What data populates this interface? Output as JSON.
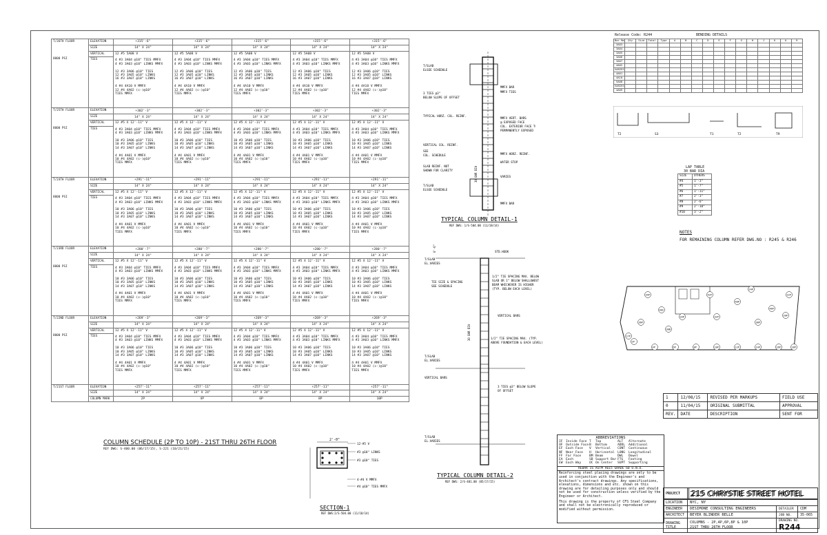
{
  "schedule": {
    "floors": [
      "T/26TH FLOOR",
      "T/25TH FLOOR",
      "T/24TH FLOOR",
      "T/23RD FLOOR",
      "T/22ND FLOOR",
      "T/21ST FLOOR"
    ],
    "psi": "8000 PSI",
    "row_labels": {
      "elevation": "ELEVATION",
      "size": "SIZE",
      "vertical": "VERTICAL",
      "ties": "TIES",
      "column_mark": "COLUMN MARK"
    },
    "levels": [
      {
        "elevation": "+315'-6\"",
        "size": "14\" X 24\"",
        "vertical": "12 #5 5A08  V",
        "ties": "4 #3 3A04 @10\" TIES MMFX\n4 #3 3A03 @10\" LINKS MMFX\n\n12 #3 3A06 @10\" TIES\n12 #3 3A05 @10\" LINKS\n16 #3 3A07 @10\" LINKS\n\n4 #4 4A10  V MMFX\n12 #4 4A02 (c-)@10\"\nTIES MMFX"
      },
      {
        "elevation": "+302'-3\"",
        "size": "14\" X 24\"",
        "vertical": "12 #5 X 12'-11\"  V",
        "ties": "4 #3 3A04 @10\" TIES MMFX\n4 #3 3A03 @10\" LINKS MMFX\n\n10 #3 3A06 @10\" TIES\n10 #3 3A05 @10\" LINKS\n14 #3 3A07 @10\" LINKS\n\n4 #4 4A01  V MMFX\n10 #4 4A02 (c-)@10\"\nTIES MMFX"
      },
      {
        "elevation": "+291'-11\"",
        "size": "14\" X 24\"",
        "vertical": "12 #5 X 12'-11\"  V",
        "ties": "4 #3 3A04 @10\" TIES MMFX\n4 #3 3A03 @10\" LINKS MMFX\n\n10 #3 3A06 @10\" TIES\n10 #3 3A05 @10\" LINKS\n14 #3 3A07 @10\" LINKS\n\n4 #4 4A01  V MMFX\n10 #4 4A02 (c-)@10\"\nTIES MMFX"
      },
      {
        "elevation": "+280'-7\"",
        "size": "14\" X 24\"",
        "vertical": "12 #5 X 12'-11\"  V",
        "ties": "4 #3 3A04 @10\" TIES MMFX\n4 #3 3A03 @10\" LINKS MMFX\n\n10 #3 3A06 @10\" TIES\n10 #3 3A05 @10\" LINKS\n14 #3 3A07 @10\" LINKS\n\n4 #4 4A01  V MMFX\n10 #4 4A02 (c-)@10\"\nTIES MMFX"
      },
      {
        "elevation": "+269'-3\"",
        "size": "14\" X 24\"",
        "vertical": "12 #5 X 12'-11\"  V",
        "ties": "4 #3 3A04 @10\" TIES MMFX\n4 #3 3A03 @10\" LINKS MMFX\n\n10 #3 3A06 @10\" TIES\n10 #3 3A05 @10\" LINKS\n14 #3 3A07 @10\" LINKS\n\n4 #4 4A01  V MMFX\n10 #4 4A02 (c-)@10\"\nTIES MMFX"
      }
    ],
    "base_elevation": "+257'-11\"",
    "base_size": "14\" X 24\"",
    "column_marks": [
      "2P",
      "4P",
      "6P",
      "8P",
      "10P"
    ],
    "title": "COLUMN SCHEDULE (2P TO 10P) - 21ST THRU 26TH FLOOR",
    "ref": "REF DWG: S-400.00 (06/17/15), S-221 (10/21/15)"
  },
  "section1": {
    "title": "SECTION-1",
    "ref": "REF DWG:2/S-504.00 (11/18/14)",
    "dim_top": "2'-0\"",
    "notes": [
      "12-#5 V",
      "#3 @10\" LINKS",
      "#3 @10\" TIES",
      "4-#4 V MMFX",
      "#4 @10\" TIES MMFX"
    ]
  },
  "detail1": {
    "title": "TYPICAL COLUMN DETAIL-1",
    "ref": "REF DWG: 1/S-504.00 (11/18/14)",
    "notes_left": [
      "T/SLAB",
      "ELSEE SCHEDULE",
      "3 TIES @3\"",
      "BELOW SLOPE OF OFFSET",
      "TYPICAL HORZ. COL. REINF.",
      "VERTICAL COL. REINF.",
      "SEE",
      "COL. SCHEDULE",
      "SLAB REINF. NOT",
      "SHOWN FOR CLARITY",
      "T/SLAB",
      "ELSEE SCHEDULE"
    ],
    "notes_right": [
      "MMFX BAR",
      "MMFX TIES",
      "MMFX VERT. BARS",
      "@ EXPOSED FACE",
      "COL. EXTERIOR FACE TO BE",
      "PERMANENTLY EXPOSED",
      "MMFX HORZ. REINF.",
      "WATER STOP",
      "VARIES",
      "MMFX BAR"
    ],
    "dim": "30 BAR DIA"
  },
  "detail2": {
    "title": "TYPICAL COLUMN DETAIL-2",
    "ref": "REF DWG: 2/S-401.00 (05/17/15)",
    "notes": [
      "T/SLAB",
      "EL.VARIES",
      "STD.HOOK",
      "1/2\" TIE SPACING MAX. BELOW",
      "SLAB OR 1\" BELOW SHALLOWEST",
      "BEAM WHICHEVER IS HIGHER",
      "(TYP. BELOW EACH LEVEL)",
      "TIE SIZE & SPACING",
      "SEE SCHEDULE",
      "VERTICAL BARS",
      "1/2\" TIE SPACING MAX. (TYP.",
      "ABOVE FOUNDATION & EACH LEVEL)",
      "T/SLAB",
      "EL.VARIES",
      "VERTICAL BARS",
      "3 TIES @3\" BELOW SLOPE",
      "OF OFFSET",
      "T/SLAB",
      "EL.VARIES"
    ],
    "dim_top": "0'-6\"",
    "dim_mid": "30 BAR DIA"
  },
  "bending": {
    "release_code": "Release Code: R244",
    "title": "BENDING DETAILS",
    "headers": [
      "Bar Mark",
      "Qty",
      "Size",
      "Total Length",
      "Type",
      "A",
      "B",
      "C",
      "D",
      "E",
      "F",
      "G",
      "H",
      "J",
      "K",
      "O",
      "R"
    ],
    "rows": [
      [
        "3A03",
        "",
        "",
        "",
        "",
        "",
        "",
        "",
        "",
        "",
        "",
        "",
        "",
        "",
        "",
        "",
        ""
      ],
      [
        "3A04",
        "",
        "",
        "",
        "",
        "",
        "",
        "",
        "",
        "",
        "",
        "",
        "",
        "",
        "",
        "",
        ""
      ],
      [
        "3A05",
        "",
        "",
        "",
        "",
        "",
        "",
        "",
        "",
        "",
        "",
        "",
        "",
        "",
        "",
        "",
        ""
      ],
      [
        "3A06",
        "",
        "",
        "",
        "",
        "",
        "",
        "",
        "",
        "",
        "",
        "",
        "",
        "",
        "",
        "",
        ""
      ],
      [
        "3A07",
        "",
        "",
        "",
        "",
        "",
        "",
        "",
        "",
        "",
        "",
        "",
        "",
        "",
        "",
        "",
        ""
      ],
      [
        "4A02",
        "",
        "",
        "",
        "",
        "",
        "",
        "",
        "",
        "",
        "",
        "",
        "",
        "",
        "",
        "",
        ""
      ],
      [
        "VARIES",
        "",
        "",
        "",
        "",
        "",
        "",
        "",
        "",
        "",
        "",
        "",
        "",
        "",
        "",
        "",
        ""
      ],
      [
        "4A01",
        "",
        "",
        "",
        "",
        "",
        "",
        "",
        "",
        "",
        "",
        "",
        "",
        "",
        "",
        "",
        ""
      ],
      [
        "4A10",
        "",
        "",
        "",
        "",
        "",
        "",
        "",
        "",
        "",
        "",
        "",
        "",
        "",
        "",
        "",
        ""
      ],
      [
        "5A08",
        "",
        "",
        "",
        "",
        "",
        "",
        "",
        "",
        "",
        "",
        "",
        "",
        "",
        "",
        "",
        ""
      ],
      [
        "VARIES",
        "",
        "",
        "",
        "",
        "",
        "",
        "",
        "",
        "",
        "",
        "",
        "",
        "",
        "",
        "",
        ""
      ],
      [
        "4A09",
        "",
        "",
        "",
        "",
        "",
        "",
        "",
        "",
        "",
        "",
        "",
        "",
        "",
        "",
        "",
        ""
      ]
    ],
    "shape_types": [
      "T2",
      "S3",
      "T1",
      "T2",
      "T9"
    ]
  },
  "lap": {
    "title": "LAP TABLE",
    "subtitle": "30 BAR DIA",
    "col1": "SIZE",
    "col2": "OTHERS",
    "rows": [
      [
        "#4",
        "1'-3\""
      ],
      [
        "#5",
        "1'-7\""
      ],
      [
        "#6",
        "1'-11\""
      ],
      [
        "#7",
        "2'-3\""
      ],
      [
        "#8",
        "2'-6\""
      ],
      [
        "#9",
        "2'-10\""
      ],
      [
        "#10",
        "3'-2\""
      ]
    ]
  },
  "notes": {
    "title": "NOTES",
    "text": "FOR REMAINING COLUMN REFER DWG.NO : R245 & R246"
  },
  "keyplan": {
    "labels": [
      "2P",
      "4P",
      "6P",
      "8P",
      "10P",
      "12P",
      "14P",
      "16P",
      "18P",
      "20P",
      "22P",
      "24P",
      "32P",
      "33P",
      "34P",
      "36P",
      "38P",
      "40P",
      "42P",
      "46P",
      "17P",
      "40S",
      "30B"
    ]
  },
  "revisions": [
    {
      "rev": "1",
      "date": "12/08/15",
      "desc": "REVISED PER MARKUPS",
      "sent": "FIELD USE"
    },
    {
      "rev": "0",
      "date": "11/04/15",
      "desc": "ORIGINAL SUBMITTAL",
      "sent": "APPROVAL"
    }
  ],
  "rev_headers": {
    "rev": "REV.",
    "date": "DATE",
    "desc": "DESCRIPTION",
    "sent": "SENT FOR"
  },
  "abbreviations": {
    "title": "ABBREVIATIONS",
    "items": [
      [
        "IF",
        "Inside Face",
        "T",
        "Top",
        "ALT",
        "Alternate"
      ],
      [
        "OF",
        "Outside Face",
        "B",
        "Bottom",
        "ADDL",
        "Additional"
      ],
      [
        "EF",
        "Each Face",
        "V",
        "Vertical",
        "CONT",
        "Continuous"
      ],
      [
        "NF",
        "Near Face",
        "H",
        "Horizontal",
        "LONG",
        "Longitudinal"
      ],
      [
        "FF",
        "Far Face",
        "BM",
        "Beam",
        "DWL",
        "Dowel"
      ],
      [
        "EA",
        "Each",
        "SB",
        "Support Bar",
        "FTG",
        "Footing"
      ],
      [
        "EW",
        "Each Way",
        "OC",
        "On Center",
        "SUPT",
        "Supporting"
      ]
    ],
    "rebar_note": "REBAR IS ASTM A615 GRADE 60 U.N.O.",
    "para1": "Reinforcing steel placing drawings are only to be used in conjunction with the Engineer's and Architect's contract drawings. Any specifications, elevations, dimensions and etc. shown on this drawing are for detailing purposes only and should not be used for construction unless verified by the Engineer or Architect.",
    "para2": "This drawing is the property of CFS Steel Company and shall not be electronically reproduced or modified without permission."
  },
  "titleblock": {
    "project_label": "PROJECT",
    "project": "215 CHRYSTIE STREET HOTEL",
    "location_label": "LOCATION",
    "location": "NYC, NY",
    "engineer_label": "ENGINEER",
    "engineer": "DESIMONE CONSULTING ENGINEERS",
    "detailer_label": "DETAILER",
    "detailer": "CDM",
    "architect_label": "ARCHITECT",
    "architect": "BEYER BLINDER BELLE",
    "job_label": "JOB NO.",
    "job": "35-065",
    "drawing_title_label": "DRAWING TITLE",
    "drawing_title_1": "COLUMNS - 2P,4P,6P,8P & 10P",
    "drawing_title_2": "21ST THRU 26TH FLOOR",
    "drawing_no_label": "DRAWING NO.",
    "drawing_no": "R244"
  }
}
